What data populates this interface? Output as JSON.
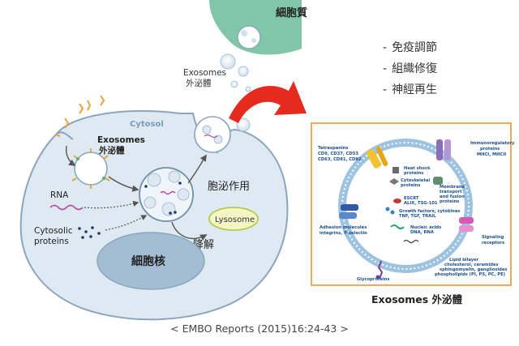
{
  "cell": {
    "cytoplasm_label": "細胞質",
    "cytosol_label": "Cytosol",
    "nucleus_label": "細胞核",
    "rna_label": "RNA",
    "cytosolic_proteins_label": [
      "Cytosolic",
      "proteins"
    ],
    "inner_exosomes_label": [
      "Exosomes",
      "外泌體"
    ],
    "released_exosomes_label": [
      "Exosomes",
      "外泌體"
    ],
    "exocytosis_label": "胞泌作用",
    "lysosome_label": "Lysosome",
    "degradation_label": "降解"
  },
  "benefits": [
    {
      "dash": "-",
      "text": "免疫調節"
    },
    {
      "dash": "-",
      "text": "組織修復"
    },
    {
      "dash": "-",
      "text": "神經再生"
    }
  ],
  "exosome_detail": {
    "title": "Exosomes 外泌體",
    "labels": {
      "tetraspanins": [
        "Tetraspanins",
        "CD9, CD37, CD53",
        "CD63, CD81, CD82"
      ],
      "immunoregulatory": [
        "Immunoregulatory",
        "proteins",
        "MHCI, MHCII"
      ],
      "heat_shock": [
        "Heat shock",
        "proteins"
      ],
      "cytoskeletal": [
        "Cytoskeletal",
        "proteins"
      ],
      "membrane_transport": [
        "Membrane",
        "transport",
        "and fusion",
        "proteins"
      ],
      "escrt": [
        "ESCRT",
        "ALIX, TSG-101"
      ],
      "growth_factors": [
        "Growth factors, cytokines",
        "TNF, TGF, TRAIL"
      ],
      "nucleic_acids": [
        "Nucleic acids",
        "DNA, RNA"
      ],
      "adhesion": [
        "Adhesion molecules",
        "integrins, P-selectin"
      ],
      "signaling": [
        "Signaling",
        "receptors"
      ],
      "lipid_bilayer": [
        "Lipid bilayer",
        "cholesterol, ceramides",
        "sphingomyelin, gangliosides",
        "phospholipids (PI, PS, PC, PE)"
      ],
      "glycoproteins": [
        "Glycoproteins"
      ]
    }
  },
  "caption": "< EMBO Reports (2015)16:24-43 >",
  "colors": {
    "cell_fill": "#dfe9f2",
    "cell_stroke": "#8aa6bf",
    "cytoplasm_fill": "#7fc7a8",
    "nucleus_fill": "#a4bdd3",
    "lysosome_fill": "#f3f7c6",
    "lysosome_stroke": "#b9c94a",
    "arrow_red": "#e62a1d",
    "frame_orange": "#f0a95a",
    "membrane_blue": "#9ec3e0",
    "label_blue": "#1b4f8f"
  }
}
